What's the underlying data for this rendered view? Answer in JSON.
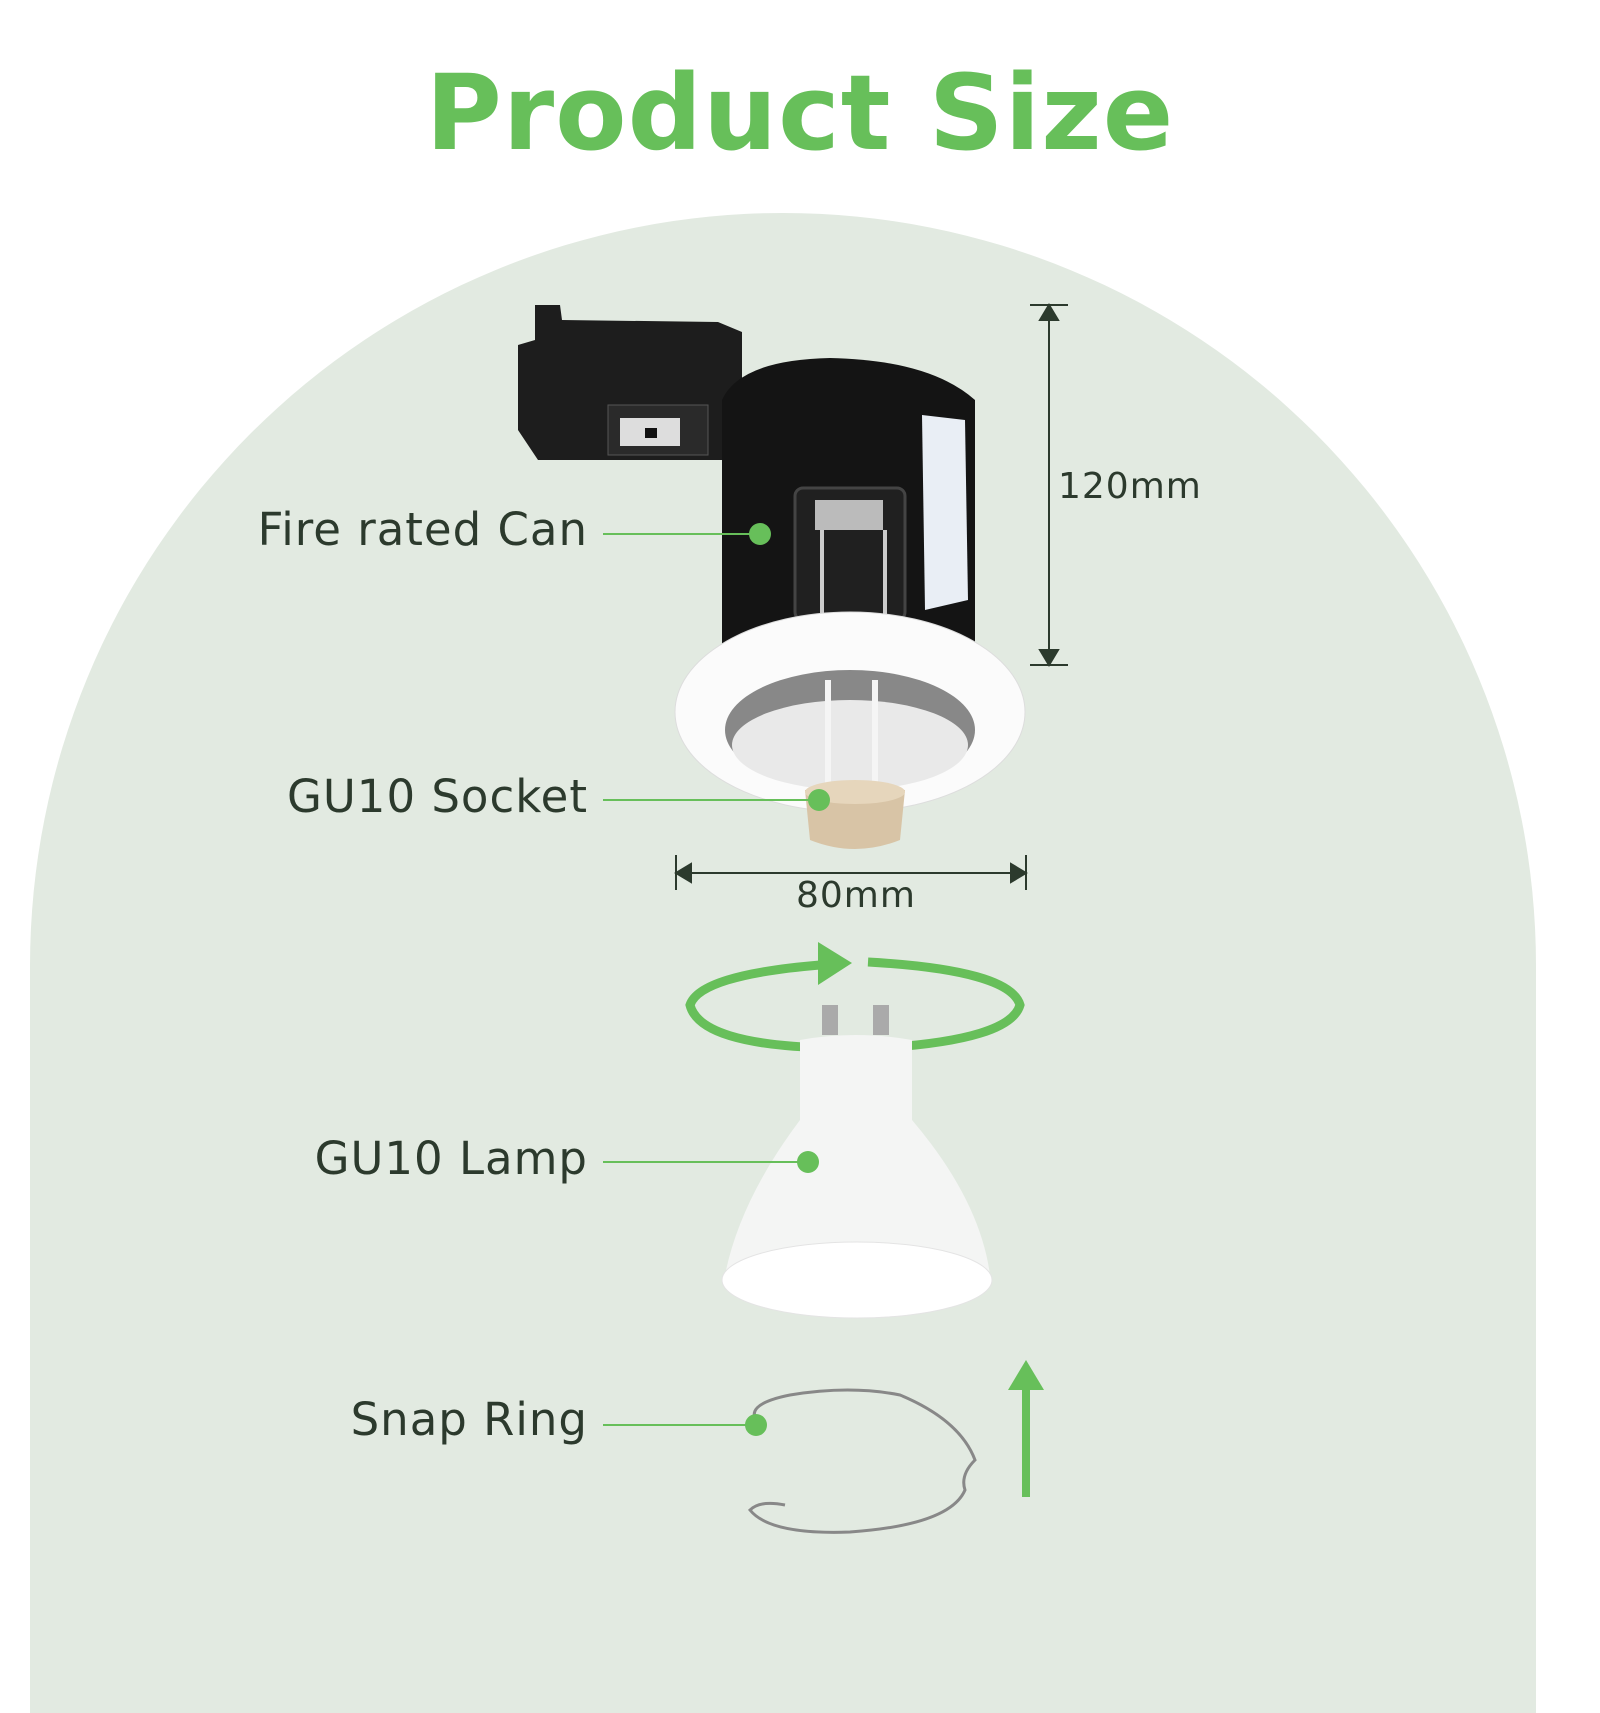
{
  "title": "Product Size",
  "labels": {
    "can": "Fire rated Can",
    "socket": "GU10 Socket",
    "lamp": "GU10 Lamp",
    "ring": "Snap Ring"
  },
  "dimensions": {
    "height": "120mm",
    "width": "80mm"
  },
  "colors": {
    "accent": "#67bf5a",
    "background": "#e2eae1",
    "text": "#2c3a2d"
  }
}
